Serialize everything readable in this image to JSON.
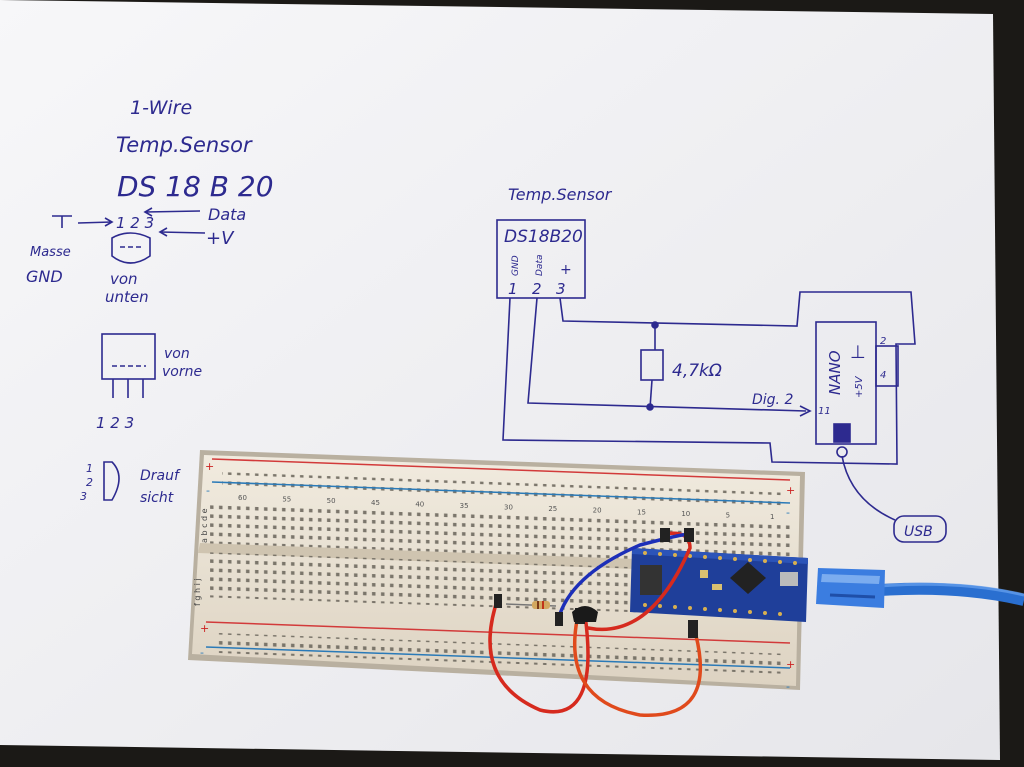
{
  "sketch_left": {
    "title_line1": "1-Wire",
    "title_line2": "Temp.Sensor",
    "part_name": "DS 18 B 20",
    "pins_top": "1 2 3",
    "data_label": "Data",
    "vplus_label": "+V",
    "mass_label": "Masse",
    "gnd_label": "GND",
    "from_below_1": "von",
    "from_below_2": "unten",
    "from_front_1": "von",
    "from_front_2": "vorne",
    "pins_front": "1 2 3",
    "top_pins": [
      "1",
      "2",
      "3"
    ],
    "top_view_1": "Drauf",
    "top_view_2": "sicht"
  },
  "schematic": {
    "title": "Temp.Sensor",
    "part": "DS18B20",
    "pin_gnd": "GND",
    "pin_data": "Data",
    "pin_plus": "+",
    "pin_nums": [
      "1",
      "2",
      "3"
    ],
    "resistor": "4,7kΩ",
    "dig_label": "Dig. 2",
    "nano_label": "NANO",
    "nano_pin_in": "11",
    "nano_gnd": "⊥",
    "nano_5v": "+5V",
    "nano_pin2": "2",
    "nano_pin4": "4",
    "usb_label": "USB"
  },
  "breadboard": {
    "rows_top": "a b c d e",
    "rows_bottom": "f g h i j",
    "col_numbers": [
      "60",
      "55",
      "50",
      "45",
      "40",
      "35",
      "30",
      "25",
      "20",
      "15",
      "10",
      "5",
      "1"
    ],
    "plus": "+",
    "minus": "-"
  },
  "colors": {
    "paper": "#f2f2f4",
    "ink": "#2d2a8f",
    "breadboard": "#ece4d6",
    "red_rail": "#d23a3a",
    "blue_rail": "#2a7ab8",
    "wire_red": "#d62a1e",
    "wire_blue": "#1d2fb8",
    "nano_pcb": "#1f3f9a",
    "usb_cable": "#2a6fd0"
  }
}
